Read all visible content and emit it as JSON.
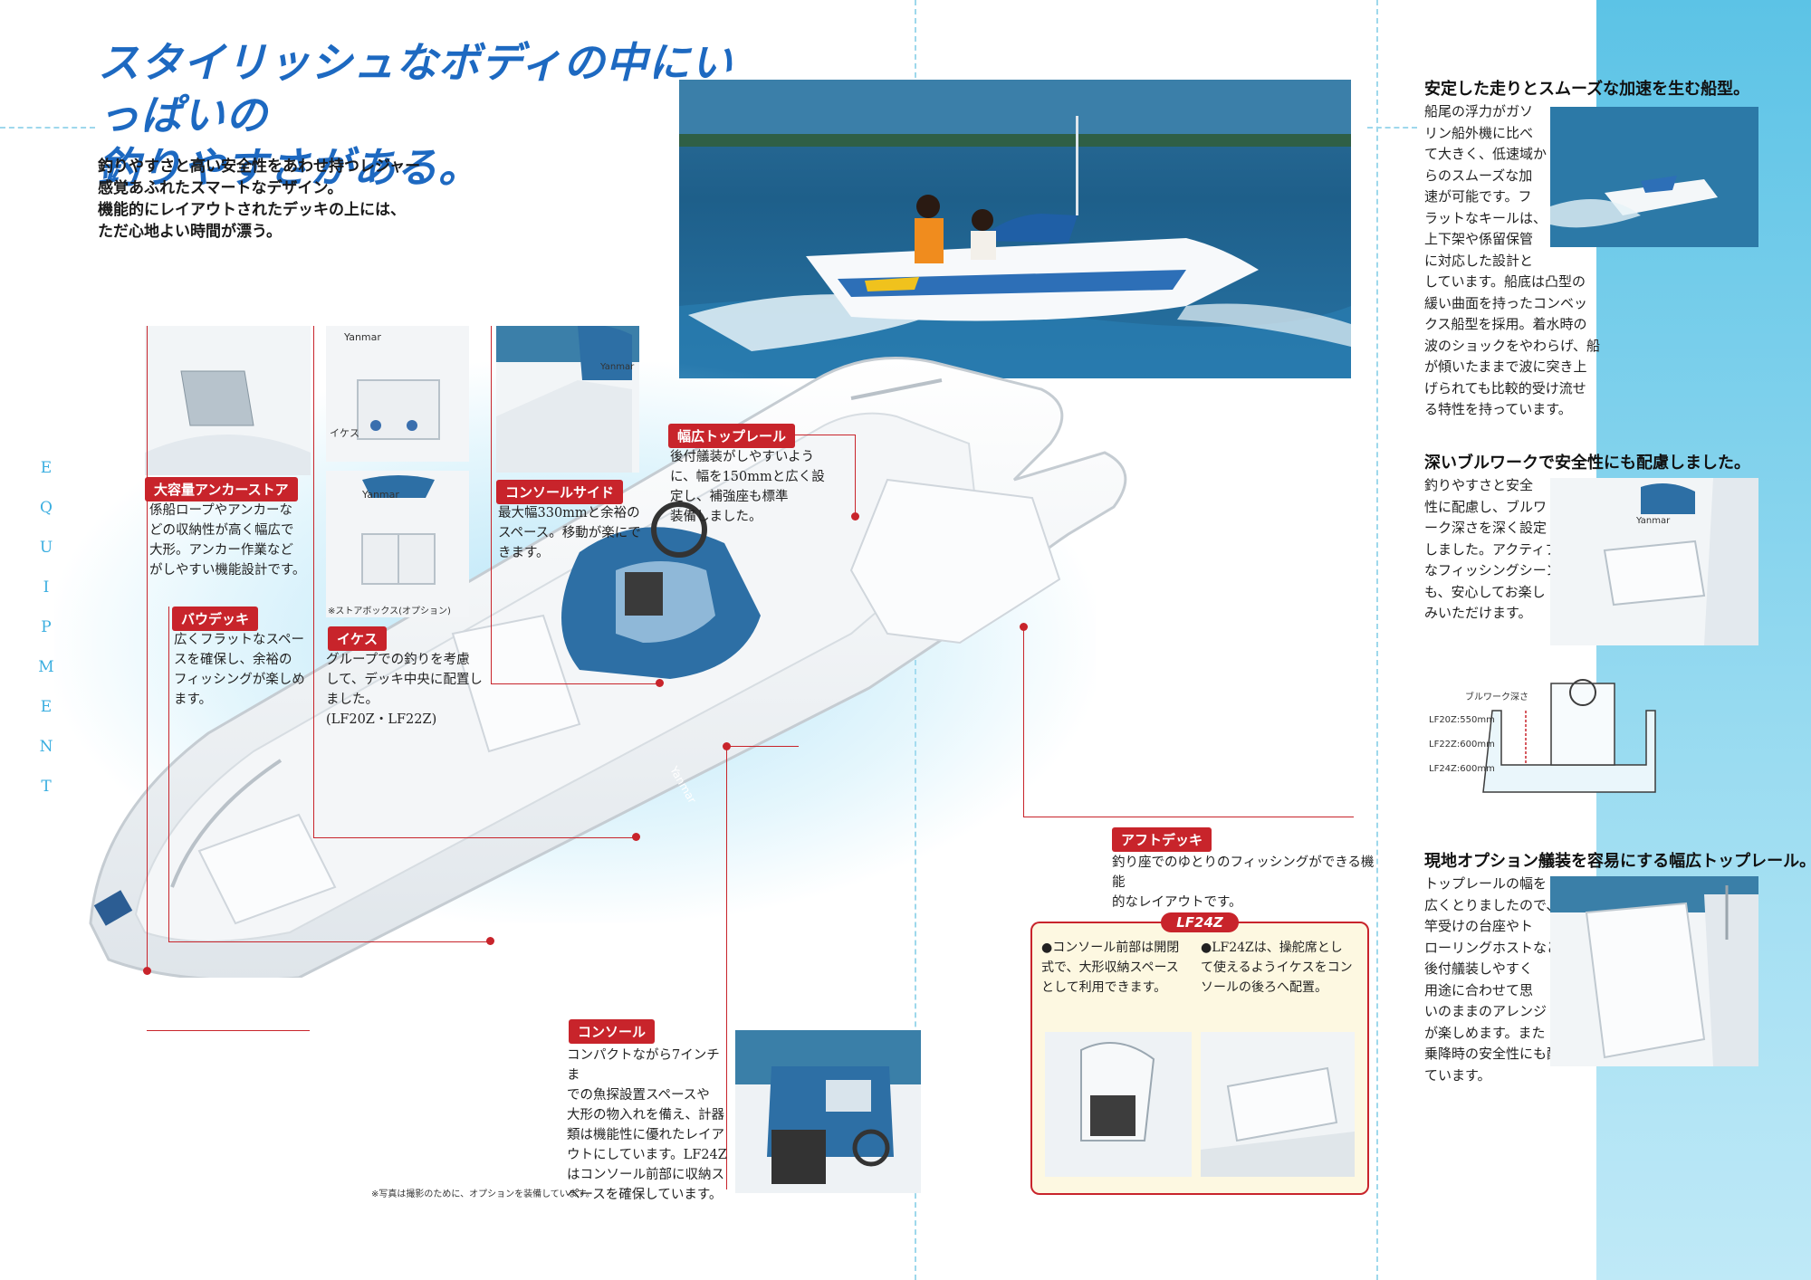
{
  "headline": {
    "line1": "スタイリッシュなボディの中にいっぱいの",
    "line2": "釣りやすさがある。"
  },
  "lead": {
    "l1": "釣りやすさと高い安全性をあわせ持つレジャー",
    "l2": "感覚あふれたスマートなデザイン。",
    "l3": "機能的にレイアウトされたデッキの上には、",
    "l4": "ただ心地よい時間が漂う。"
  },
  "side_word": [
    "E",
    "Q",
    "U",
    "I",
    "P",
    "M",
    "E",
    "N",
    "T"
  ],
  "photo_labels": {
    "yanmar1": "Yanmar",
    "yanmar2": "Yanmar",
    "yanmar3": "Yanmar",
    "yanmar4": "Yanmar",
    "yanmar5": "Yanmar",
    "ikesu": "イケス",
    "store_box": "※ストアボックス(オプション)"
  },
  "callouts": {
    "anchor": {
      "tag": "大容量アンカーストア",
      "l1": "係船ロープやアンカーな",
      "l2": "どの収納性が高く幅広で",
      "l3": "大形。アンカー作業など",
      "l4": "がしやすい機能設計です。"
    },
    "bow": {
      "tag": "バウデッキ",
      "l1": "広くフラットなスペー",
      "l2": "スを確保し、余裕の",
      "l3": "フィッシングが楽しめ",
      "l4": "ます。"
    },
    "ikesu": {
      "tag": "イケス",
      "l1": "グループでの釣りを考慮",
      "l2": "して、デッキ中央に配置し",
      "l3": "ました。",
      "l4": "(LF20Z・LF22Z)"
    },
    "console_side": {
      "tag": "コンソールサイド",
      "l1": "最大幅330mmと余裕の",
      "l2": "スペース。移動が楽にで",
      "l3": "きます。"
    },
    "top_rail": {
      "tag": "幅広トップレール",
      "l1": "後付艤装がしやすいよう",
      "l2": "に、幅を150mmと広く設",
      "l3": "定し、補強座も標準",
      "l4": "装備しました。"
    },
    "aft": {
      "tag": "アフトデッキ",
      "l1": "釣り座でのゆとりのフィッシングができる機能",
      "l2": "的なレイアウトです。"
    },
    "console": {
      "tag": "コンソール",
      "l1": "コンパクトながら7インチま",
      "l2": "での魚探設置スペースや",
      "l3": "大形の物入れを備え、計器",
      "l4": "類は機能性に優れたレイア",
      "l5": "ウトにしています。LF24Z",
      "l6": "はコンソール前部に収納ス",
      "l7": "ペースを確保しています。"
    }
  },
  "photo_note": "※写真は撮影のために、オプションを装備しています。",
  "lf24z": {
    "badge": "LF24Z",
    "left": {
      "l1": "●コンソール前部は開閉",
      "l2": "式で、大形収納スペース",
      "l3": "として利用できます。"
    },
    "right": {
      "l1": "●LF24Zは、操舵席とし",
      "l2": "て使えるようイケスをコン",
      "l3": "ソールの後ろへ配置。"
    }
  },
  "right_sections": {
    "hull": {
      "title": "安定した走りとスムーズな加速を生む船型。",
      "l1": "船尾の浮力がガソ",
      "l2": "リン船外機に比べ",
      "l3": "て大きく、低速域か",
      "l4": "らのスムーズな加",
      "l5": "速が可能です。フ",
      "l6": "ラットなキールは、",
      "l7": "上下架や係留保管",
      "l8": "に対応した設計と",
      "l9": "しています。船底は凸型の",
      "l10": "緩い曲面を持ったコンベッ",
      "l11": "クス船型を採用。着水時の",
      "l12": "波のショックをやわらげ、船",
      "l13": "が傾いたままで波に突き上",
      "l14": "げられても比較的受け流せ",
      "l15": "る特性を持っています。"
    },
    "bulwark": {
      "title": "深いブルワークで安全性にも配慮しました。",
      "l1": "釣りやすさと安全",
      "l2": "性に配慮し、ブルワ",
      "l3": "ーク深さを深く設定",
      "l4": "しました。アクティブ",
      "l5": "なフィッシングシーン",
      "l6": "も、安心してお楽し",
      "l7": "みいただけます。"
    },
    "bulwark_diagram": {
      "label": "ブルワーク深さ",
      "lf20": "LF20Z:550mm",
      "lf22": "LF22Z:600mm",
      "lf24": "LF24Z:600mm"
    },
    "rail": {
      "title": "現地オプション艤装を容易にする幅広トップレール。",
      "l1": "トップレールの幅を",
      "l2": "広くとりましたので、",
      "l3": "竿受けの台座やト",
      "l4": "ローリングホストなど、",
      "l5": "後付艤装しやすく",
      "l6": "用途に合わせて思",
      "l7": "いのままのアレンジ",
      "l8": "が楽しめます。また",
      "l9": "乗降時の安全性にも配慮し",
      "l10": "ています。"
    }
  },
  "colors": {
    "accent_red": "#c8242b",
    "headline_blue": "#1d69c1",
    "band_blue": "#5cc3e6",
    "lf_box_bg": "#fdf8e1"
  }
}
